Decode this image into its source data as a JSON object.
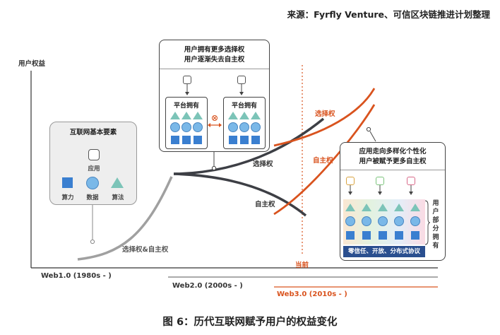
{
  "source": "来源：Fyrfly Venture、可信区块链推进计划整理",
  "caption": "图 6：历代互联网赋予用户的权益变化",
  "y_axis_label": "用户权益",
  "basic_box": {
    "title": "互联网基本要素",
    "app_label": "应用",
    "compute_label": "算力",
    "data_label": "数据",
    "algorithm_label": "算法"
  },
  "web2_box": {
    "title_line1": "用户拥有更多选择权",
    "title_line2": "用户逐渐失去自主权",
    "platform_label": "平台拥有"
  },
  "web3_box": {
    "title_line1": "应用走向多样化个性化",
    "title_line2": "用户被赋予更多自主权",
    "side_text": [
      "用",
      "户",
      "部",
      "分",
      "拥",
      "有"
    ],
    "banner": "零信任、开放、分布式协议"
  },
  "curve_labels": {
    "web1": "选择权&自主权",
    "choice_dark": "选择权",
    "autonomy_dark": "自主权",
    "choice_orange": "选择权",
    "autonomy_orange": "自主权",
    "now": "当前"
  },
  "eras": {
    "web1": "Web1.0 (1980s - )",
    "web2": "Web2.0 (2000s - )",
    "web3": "Web3.0 (2010s - )"
  },
  "colors": {
    "dark_curve": "#3d3f45",
    "gray_curve": "#a0a0a0",
    "orange": "#d9531e",
    "navy": "#2a4f8f",
    "blue": "#3a7fd0",
    "teal": "#7cc4b8",
    "light_blue": "#7ab8e8"
  }
}
